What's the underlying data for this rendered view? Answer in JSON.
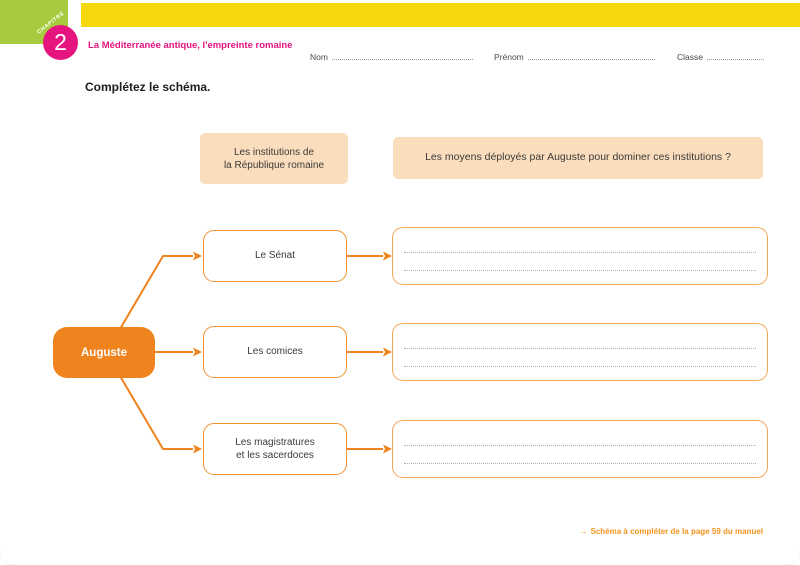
{
  "chapter": {
    "label": "CHAPITRE",
    "number": "2"
  },
  "header": {
    "title": "La Méditerranée antique, l'empreinte romaine",
    "fields": [
      {
        "label": "Nom"
      },
      {
        "label": "Prénom"
      },
      {
        "label": "Classe"
      }
    ]
  },
  "instruction": "Complétez le schéma.",
  "diagram": {
    "column_headers": {
      "left": "Les institutions de\nla République romaine",
      "right": "Les moyens déployés par Auguste pour dominer ces institutions ?"
    },
    "root_label": "Auguste",
    "rows": [
      {
        "label": "Le Sénat"
      },
      {
        "label": "Les comices"
      },
      {
        "label": "Les magistratures\net les sacerdoces"
      }
    ]
  },
  "footer": {
    "arrow": "→",
    "note": "Schéma à compléter de la page 59 du manuel"
  },
  "colors": {
    "yellow": "#F6D80E",
    "green": "#A6CB3F",
    "pink": "#E6147E",
    "orange": "#EF831D",
    "peach": "#FADDBC",
    "label_border": "#F0932F",
    "answer_border": "#F3A45C",
    "footer_orange": "#F3941E"
  }
}
